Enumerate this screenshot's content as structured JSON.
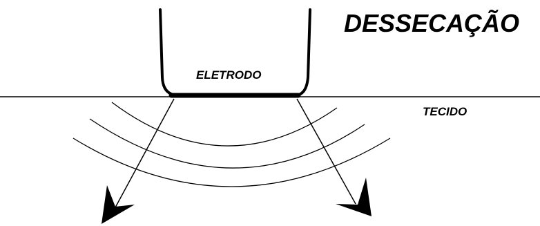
{
  "diagram": {
    "title": "DESSECAÇÃO",
    "electrode_label": "ELETRODO",
    "tissue_label": "TECIDO"
  },
  "colors": {
    "stroke": "#000000",
    "background": "#ffffff"
  }
}
